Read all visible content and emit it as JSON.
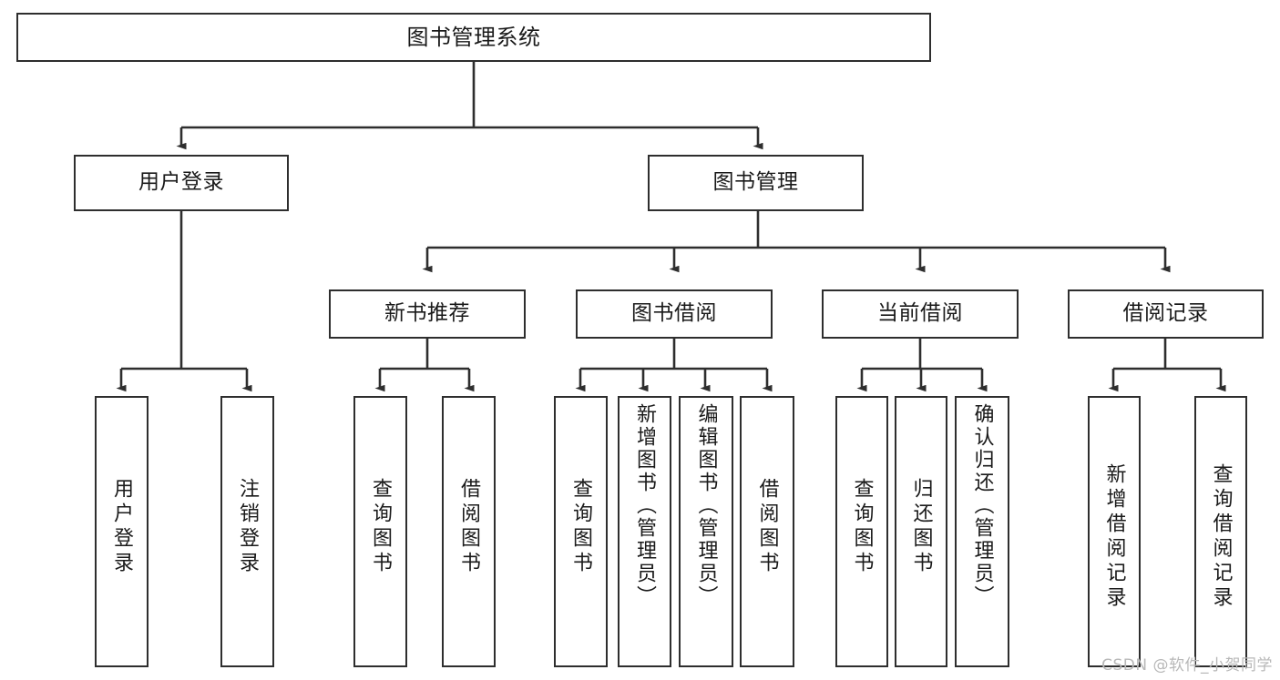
{
  "diagram": {
    "type": "tree-hierarchy",
    "title": "图书管理系统",
    "watermark": "CSDN @软件_小贺同学",
    "colors": {
      "stroke": "#2e2e2e",
      "fill": "#ffffff",
      "text": "#1a1a1a",
      "watermark": "#b8b8b8"
    },
    "levels": [
      {
        "level": 1,
        "nodes": [
          "图书管理系统"
        ]
      },
      {
        "level": 2,
        "nodes": [
          "用户登录",
          "图书管理"
        ]
      },
      {
        "level": 3,
        "nodes": [
          "新书推荐",
          "图书借阅",
          "当前借阅",
          "借阅记录"
        ]
      },
      {
        "level": 4,
        "nodes": [
          "用户登录",
          "注销登录",
          "查询图书",
          "借阅图书",
          "查询图书",
          "新增图书（管理员）",
          "编辑图书（管理员）",
          "借阅图书",
          "查询图书",
          "归还图书",
          "确认归还（管理员）",
          "新增借阅记录",
          "查询借阅记录"
        ]
      }
    ],
    "nodes": {
      "root": {
        "label": "图书管理系统"
      },
      "user_login": {
        "label": "用户登录"
      },
      "book_manage": {
        "label": "图书管理"
      },
      "new_book_rec": {
        "label": "新书推荐"
      },
      "book_borrow": {
        "label": "图书借阅"
      },
      "current_borrow": {
        "label": "当前借阅"
      },
      "borrow_record": {
        "label": "借阅记录"
      },
      "leaf_user_login": {
        "label": "用户登录"
      },
      "leaf_user_logout": {
        "label": "注销登录"
      },
      "leaf_query_book_1": {
        "label": "查询图书"
      },
      "leaf_borrow_book_1": {
        "label": "借阅图书"
      },
      "leaf_query_book_2": {
        "label": "查询图书"
      },
      "leaf_add_book": {
        "label": "新增图书（管理员）"
      },
      "leaf_edit_book": {
        "label": "编辑图书（管理员）"
      },
      "leaf_borrow_book_2": {
        "label": "借阅图书"
      },
      "leaf_query_book_3": {
        "label": "查询图书"
      },
      "leaf_return_book": {
        "label": "归还图书"
      },
      "leaf_confirm_return": {
        "label": "确认归还（管理员）"
      },
      "leaf_add_record": {
        "label": "新增借阅记录"
      },
      "leaf_query_record": {
        "label": "查询借阅记录"
      }
    },
    "edges": [
      {
        "from": "root",
        "to": "user_login"
      },
      {
        "from": "root",
        "to": "book_manage"
      },
      {
        "from": "user_login",
        "to": "leaf_user_login"
      },
      {
        "from": "user_login",
        "to": "leaf_user_logout"
      },
      {
        "from": "book_manage",
        "to": "new_book_rec"
      },
      {
        "from": "book_manage",
        "to": "book_borrow"
      },
      {
        "from": "book_manage",
        "to": "current_borrow"
      },
      {
        "from": "book_manage",
        "to": "borrow_record"
      },
      {
        "from": "new_book_rec",
        "to": "leaf_query_book_1"
      },
      {
        "from": "new_book_rec",
        "to": "leaf_borrow_book_1"
      },
      {
        "from": "book_borrow",
        "to": "leaf_query_book_2"
      },
      {
        "from": "book_borrow",
        "to": "leaf_add_book"
      },
      {
        "from": "book_borrow",
        "to": "leaf_edit_book"
      },
      {
        "from": "book_borrow",
        "to": "leaf_borrow_book_2"
      },
      {
        "from": "current_borrow",
        "to": "leaf_query_book_3"
      },
      {
        "from": "current_borrow",
        "to": "leaf_return_book"
      },
      {
        "from": "current_borrow",
        "to": "leaf_confirm_return"
      },
      {
        "from": "borrow_record",
        "to": "leaf_add_record"
      },
      {
        "from": "borrow_record",
        "to": "leaf_query_record"
      }
    ]
  }
}
